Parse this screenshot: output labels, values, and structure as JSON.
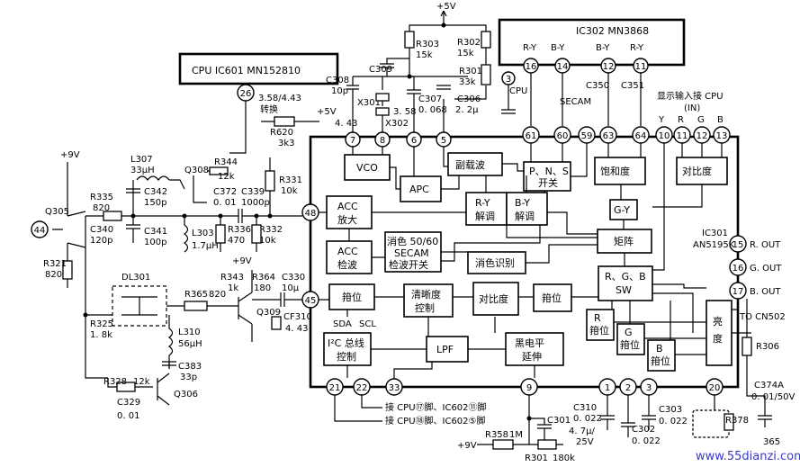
{
  "ic302_title": "IC302 MN3868",
  "ic302_pins": [
    "R-Y",
    "B-Y",
    "B-Y",
    "R-Y"
  ],
  "ic302_pin_nums": [
    "16",
    "14",
    "12",
    "11"
  ],
  "cpu_box": "CPU IC601 MN152810",
  "cpu_pin": "26",
  "cpu_pin_text": [
    "3.58/4.43",
    "转换"
  ],
  "supply_5v_top": "+5V",
  "supply_5v_mid": "+5V",
  "supply_9v": "+9V",
  "watermark": "www.55dianzi.com",
  "ic301_label": [
    "IC301",
    "AN5195K"
  ],
  "right_header": [
    "显示输入接 CPU",
    "(IN)"
  ],
  "blocks": {
    "vco": "VCO",
    "apc": "APC",
    "subcarrier": "副载波",
    "pns": [
      "P、N、S",
      "开关"
    ],
    "saturation": "饱和度",
    "contrast_top": "对比度",
    "acc_amp": [
      "ACC",
      "放大"
    ],
    "acc_det": [
      "ACC",
      "检波"
    ],
    "ry_demod": [
      "R-Y",
      "解调"
    ],
    "by_demod": [
      "B-Y",
      "解调"
    ],
    "gy": "G-Y",
    "kill_det": [
      "消色 50/60",
      "SECAM",
      "检波开关"
    ],
    "kill_ident": "消色识别",
    "matrix": "矩阵",
    "rgb_sw": [
      "R、G、B",
      "SW"
    ],
    "clamp1": "箝位",
    "sharpness": [
      "清晰度",
      "控制"
    ],
    "contrast_mid": "对比度",
    "clamp2": "箝位",
    "i2c": [
      "I²C 总线",
      "控制"
    ],
    "lpf": "LPF",
    "black_ext": [
      "黑电平",
      "延伸"
    ],
    "r_clamp": [
      "R",
      "箝位"
    ],
    "g_clamp": [
      "G",
      "箝位"
    ],
    "b_clamp": [
      "B",
      "箝位"
    ],
    "brightness": [
      "亮",
      "度"
    ]
  },
  "top_pins": [
    "7",
    "8",
    "6",
    "5",
    "61",
    "60",
    "59",
    "63",
    "64",
    "10",
    "11",
    "12",
    "13"
  ],
  "top_pin_labels": [
    "Y",
    "R",
    "G",
    "B"
  ],
  "left_pins": [
    "48",
    "45"
  ],
  "right_pins": [
    {
      "num": "15",
      "label": "R. OUT"
    },
    {
      "num": "16",
      "label": "G. OUT"
    },
    {
      "num": "17",
      "label": "B. OUT"
    }
  ],
  "bottom_pins": [
    "21",
    "22",
    "33",
    "9",
    "1",
    "2",
    "3",
    "20"
  ],
  "sda": "SDA",
  "scl": "SCL",
  "to_cn502": "TO CN502",
  "secam_lbl": "SECAM",
  "cpu_small": "CPU",
  "pin3": "3",
  "q305": "Q305",
  "pin44": "44",
  "bottom_notes": [
    "接 CPU⑰脚、IC602⑪脚",
    "接 CPU⑱脚、IC602⑤脚"
  ],
  "components": {
    "R303": [
      "R303",
      "15k"
    ],
    "R302": [
      "R302",
      "15k"
    ],
    "R301": [
      "R301",
      "33k"
    ],
    "C309": "C309",
    "C308": [
      "C308",
      "10p"
    ],
    "X301": [
      "X301",
      "4. 43"
    ],
    "X302": [
      "3. 58",
      "X302"
    ],
    "C307": [
      "C307",
      "0. 068"
    ],
    "C306": [
      "C306",
      "2. 2μ"
    ],
    "C350": "C350",
    "C351": "C351",
    "R620": [
      "R620",
      "3k3"
    ],
    "L307": [
      "L307",
      "33μH"
    ],
    "Q308": "Q308",
    "R344": [
      "R344",
      "12k"
    ],
    "C372": [
      "C372",
      "0. 01"
    ],
    "C342": [
      "C342",
      "150p"
    ],
    "C339": [
      "C339",
      "1000p"
    ],
    "R331": [
      "R331",
      "10k"
    ],
    "R335": [
      "R335",
      "820"
    ],
    "C340": [
      "C340",
      "120p"
    ],
    "C341": [
      "C341",
      "100p"
    ],
    "L303": [
      "L303",
      "1.7μH"
    ],
    "R336": [
      "R336",
      "470"
    ],
    "R332": [
      "R332",
      "10k"
    ],
    "R321": [
      "R321",
      "820"
    ],
    "DL301": "DL301",
    "R343": [
      "R343",
      "1k"
    ],
    "R364": [
      "R364",
      "180"
    ],
    "C330": [
      "C330",
      "10μ"
    ],
    "CF310": [
      "CF310",
      "4. 43"
    ],
    "Q309": "Q309",
    "R365": [
      "R365",
      "820"
    ],
    "R325": [
      "R325",
      "1. 8k"
    ],
    "L310": [
      "L310",
      "56μH"
    ],
    "C383": [
      "C383",
      "33p"
    ],
    "R328": [
      "R328",
      "12k"
    ],
    "C329": [
      "C329",
      "0. 01"
    ],
    "Q306": "Q306",
    "C310": [
      "C310",
      "0. 022"
    ],
    "C302": [
      "C302",
      "0. 022"
    ],
    "C303": [
      "C303",
      "0. 022"
    ],
    "C301": [
      "C301",
      "4. 7μ/",
      "25V"
    ],
    "R358": [
      "R358",
      "1M"
    ],
    "R301b": [
      "R301",
      "180k"
    ],
    "R306": "R306",
    "C374A": [
      "C374A",
      "0. 01/50V"
    ],
    "R378": "R378",
    "n365": "365"
  }
}
